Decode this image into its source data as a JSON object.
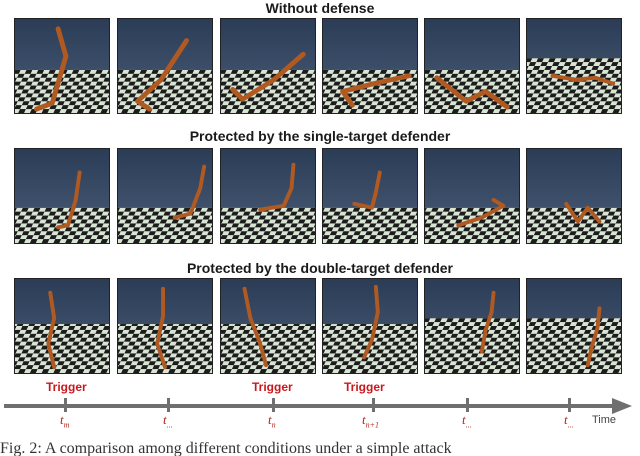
{
  "rows": [
    {
      "title": "Without defense"
    },
    {
      "title": "Protected by the single-target defender"
    },
    {
      "title": "Protected by the double-target defender"
    }
  ],
  "timeline": {
    "triggers": [
      "Trigger",
      "Trigger",
      "Trigger"
    ],
    "time_word": "Time",
    "ticks": [
      {
        "main": "t",
        "sub": "m"
      },
      {
        "main": "t",
        "sub": "..."
      },
      {
        "main": "t",
        "sub": "n"
      },
      {
        "main": "t",
        "sub": "n+1"
      },
      {
        "main": "t",
        "sub": "..."
      },
      {
        "main": "t",
        "sub": "..."
      }
    ]
  },
  "caption": "Fig. 2: A comparison among different conditions under a simple attack"
}
